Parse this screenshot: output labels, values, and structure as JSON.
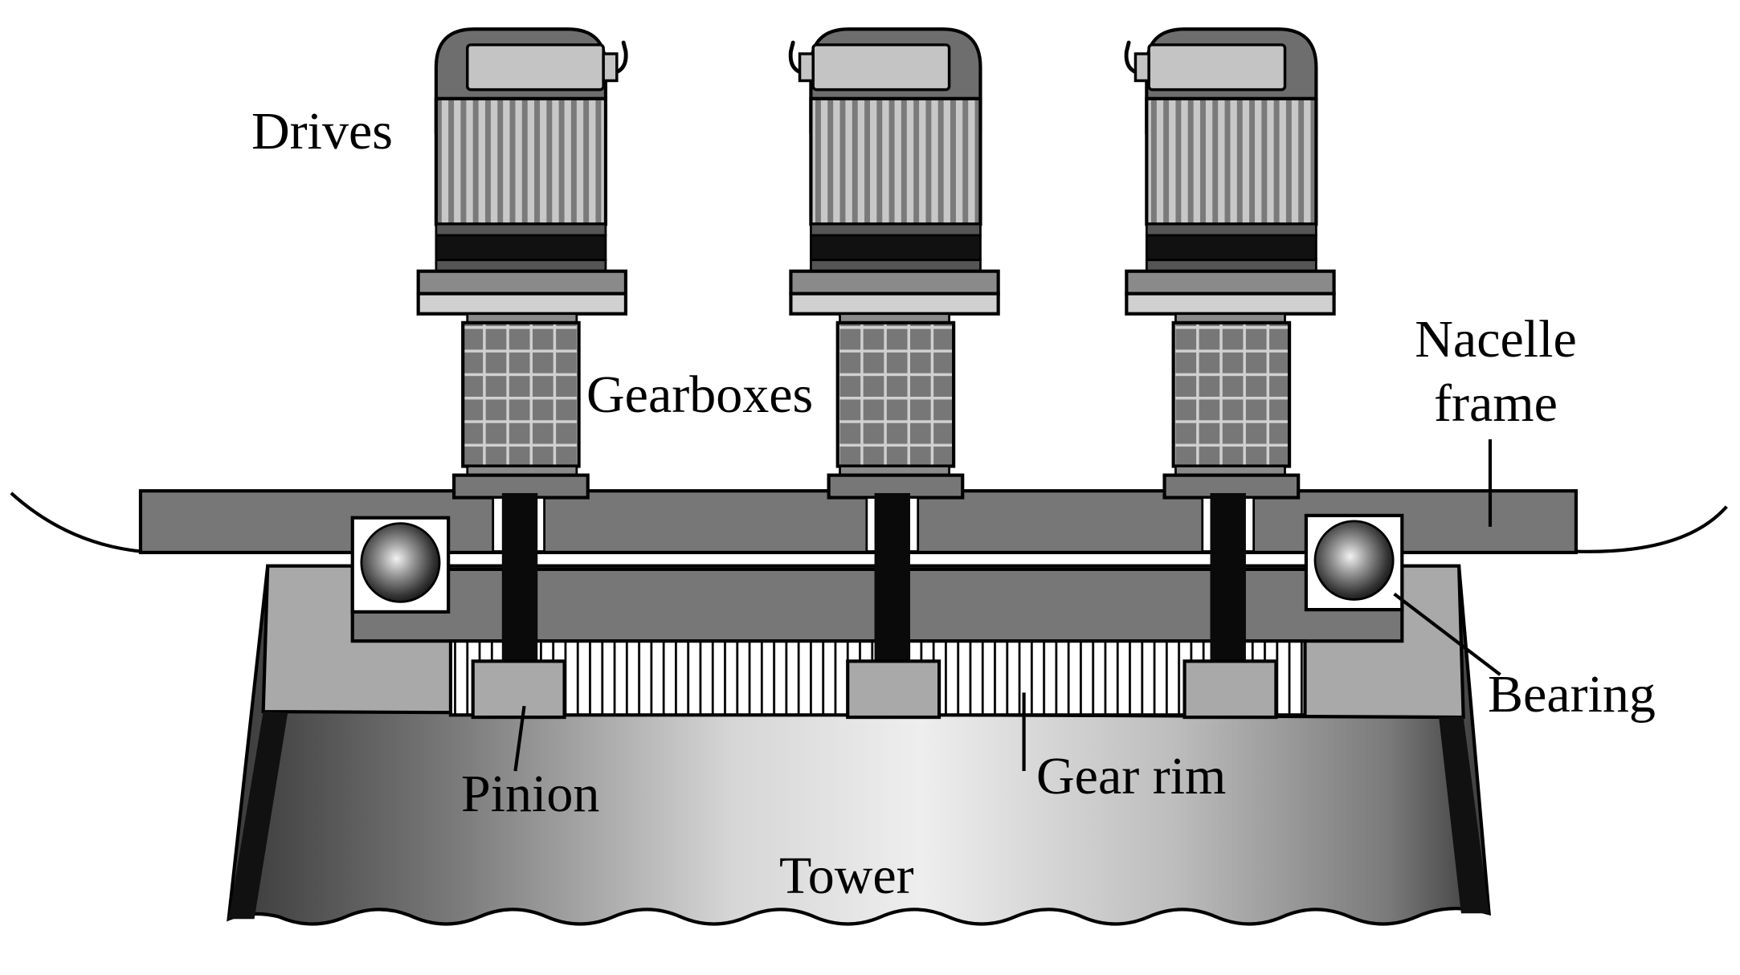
{
  "labels": {
    "drives": "Drives",
    "gearboxes": "Gearboxes",
    "nacelle_frame_line1": "Nacelle",
    "nacelle_frame_line2": "frame",
    "bearing": "Bearing",
    "pinion": "Pinion",
    "gear_rim": "Gear rim",
    "tower": "Tower"
  },
  "colors": {
    "dark_gray": "#6e6e6e",
    "mid_gray": "#8a8a8a",
    "light_gray": "#c4c4c4",
    "frame_gray": "#777777",
    "outline": "#000000",
    "shaft": "#0a0a0a",
    "background": "#ffffff"
  },
  "drive_count": 3
}
